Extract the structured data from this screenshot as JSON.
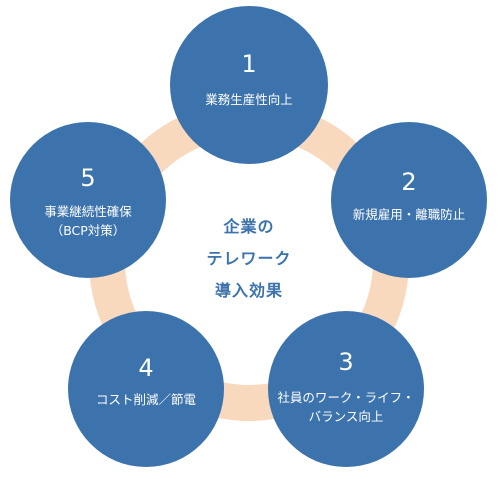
{
  "colors": {
    "node": "#3d73ad",
    "ring": "#f9d9bd",
    "center": "#ffffff",
    "center_text": "#3d73ad",
    "node_text": "#ffffff"
  },
  "center": {
    "lines": [
      "企業の",
      "テレワーク",
      "導入効果"
    ]
  },
  "nodes": [
    {
      "number": "1",
      "lines": [
        "業務生産性向上"
      ]
    },
    {
      "number": "2",
      "lines": [
        "新規雇用・離職防止"
      ]
    },
    {
      "number": "3",
      "lines": [
        "社員のワーク・ライフ・",
        "バランス向上"
      ]
    },
    {
      "number": "4",
      "lines": [
        "コスト削減／節電"
      ]
    },
    {
      "number": "5",
      "lines": [
        "事業継続性確保",
        "（BCP対策）"
      ]
    }
  ]
}
